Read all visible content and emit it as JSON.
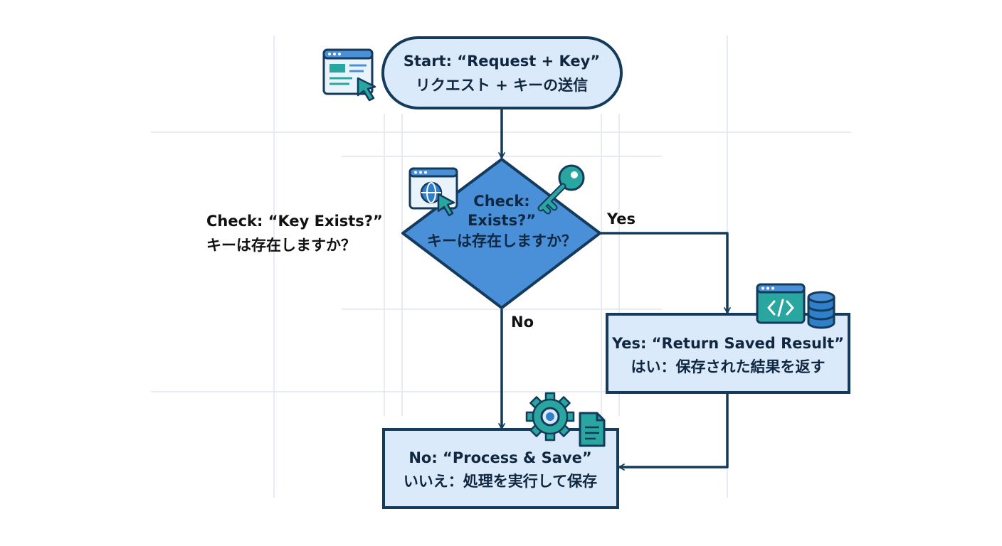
{
  "colors": {
    "stroke": "#143a5c",
    "box_fill": "#dbeafb",
    "diamond_fill": "#4a90d9",
    "icon_teal": "#2aa6a0",
    "icon_blue": "#2f7fc9",
    "grid": "#dfe6ef"
  },
  "nodes": {
    "start": {
      "line1": "Start: “Request + Key”",
      "line2": "リクエスト + キーの送信"
    },
    "check": {
      "line1": "Check:",
      "line2": "Exists?”",
      "line3": "キーは存在しますか？"
    },
    "yes_box": {
      "line1": "Yes: “Return Saved Result”",
      "line2": "はい：保存された結果を返す"
    },
    "no_box": {
      "line1": "No: “Process & Save”",
      "line2": "いいえ：処理を実行して保存"
    }
  },
  "side_label": {
    "line1": "Check: “Key Exists?”",
    "line2": "キーは存在しますか？"
  },
  "edges": {
    "yes": "Yes",
    "no": "No"
  },
  "icons": [
    "browser-cursor-icon",
    "globe-browser-icon",
    "key-icon",
    "code-window-icon",
    "database-icon",
    "gear-icon",
    "document-icon"
  ]
}
